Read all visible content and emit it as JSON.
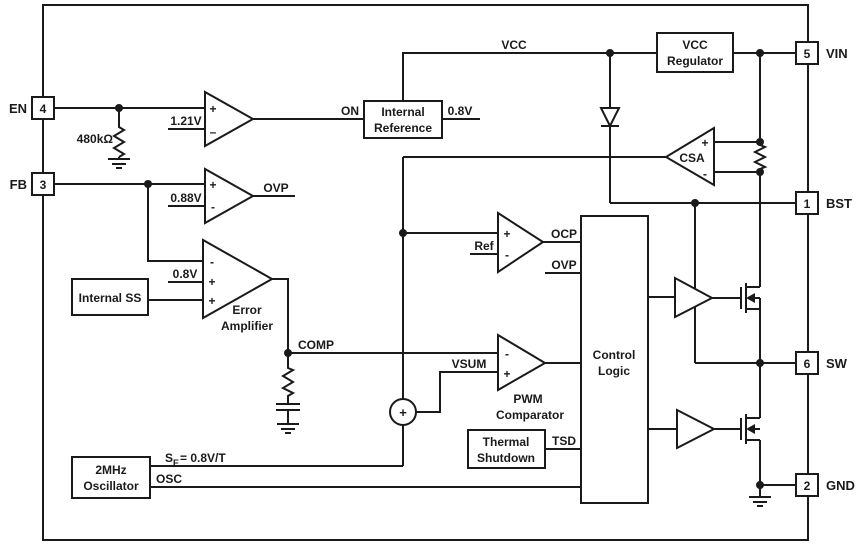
{
  "colors": {
    "line": "#1a1a1a",
    "text": "#1a1a1a",
    "background": "#ffffff"
  },
  "pins": {
    "en": {
      "number": "4",
      "label": "EN"
    },
    "fb": {
      "number": "3",
      "label": "FB"
    },
    "vin": {
      "number": "5",
      "label": "VIN"
    },
    "bst": {
      "number": "1",
      "label": "BST"
    },
    "sw": {
      "number": "6",
      "label": "SW"
    },
    "gnd": {
      "number": "2",
      "label": "GND"
    }
  },
  "blocks": {
    "internal_reference": {
      "line1": "Internal",
      "line2": "Reference"
    },
    "vcc_regulator": {
      "line1": "VCC",
      "line2": "Regulator"
    },
    "internal_ss": {
      "label": "Internal SS"
    },
    "oscillator": {
      "line1": "2MHz",
      "line2": "Oscillator"
    },
    "thermal_shutdown": {
      "line1": "Thermal",
      "line2": "Shutdown"
    },
    "control_logic": {
      "line1": "Control",
      "line2": "Logic"
    }
  },
  "amplifiers": {
    "enable_comparator": {
      "plus": "+",
      "minus": "–",
      "ref": "1.21V"
    },
    "ovp_comparator": {
      "plus": "+",
      "minus": "-",
      "ref": "0.88V",
      "output": "OVP"
    },
    "error_amplifier": {
      "minus": "-",
      "plus1": "+",
      "plus2": "+",
      "ref": "0.8V",
      "name1": "Error",
      "name2": "Amplifier"
    },
    "ocp_comparator": {
      "plus": "+",
      "minus": "-",
      "ref": "Ref",
      "output": "OCP"
    },
    "pwm_comparator": {
      "minus": "-",
      "plus": "+",
      "name1": "PWM",
      "name2": "Comparator"
    },
    "csa": {
      "label": "CSA",
      "plus": "+",
      "minus": "-"
    }
  },
  "nets": {
    "vcc": "VCC",
    "on": "ON",
    "ref_out": "0.8V",
    "ovp_to_logic": "OVP",
    "comp": "COMP",
    "vsum": "VSUM",
    "tsd": "TSD",
    "osc": "OSC",
    "se_base": "S",
    "se_sub": "E",
    "se_value": "= 0.8V/T",
    "en_resistor": "480kΩ",
    "sum_plus": "+"
  }
}
